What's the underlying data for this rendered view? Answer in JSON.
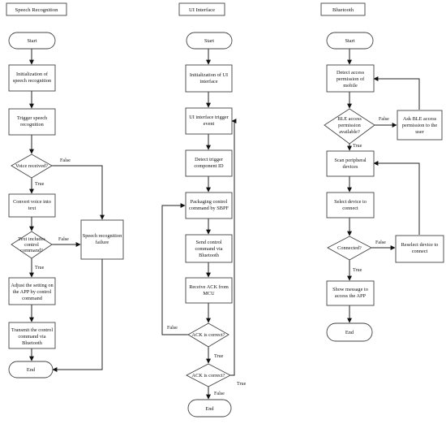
{
  "columns": {
    "speech": {
      "title": "Speech Recognition",
      "start": "Start",
      "init": [
        "Initialization of",
        "speech recognition"
      ],
      "trigger": [
        "Trigger speech",
        "recognition"
      ],
      "voice_q": "Voice received?",
      "convert": [
        "Convert voice into",
        "text"
      ],
      "text_q": [
        "Text includes",
        "control",
        "command?"
      ],
      "failure": [
        "Speech recognition",
        "failure"
      ],
      "adjust": [
        "Adjust the setting on",
        "the APP by control",
        "command"
      ],
      "transmit": [
        "Transmit the control",
        "command via",
        "Bluetooth"
      ],
      "end": "End"
    },
    "ui": {
      "title": "UI Interface",
      "start": "Start",
      "init": [
        "Initialization of UI",
        "interface"
      ],
      "event": [
        "UI interface trigger",
        "event"
      ],
      "detect": [
        "Detect trigger",
        "component ID"
      ],
      "packaging": [
        "Packaging control",
        "command by SBPF"
      ],
      "send": [
        "Send control",
        "command via",
        "Bluetooth"
      ],
      "receive": [
        "Receive ACK from",
        "MCU"
      ],
      "ack_q1": "ACK is correct?",
      "ack_q2": "ACK is correct?",
      "end": "End"
    },
    "bt": {
      "title": "Bluetooth",
      "start": "Start",
      "detect": [
        "Detect access",
        "permission of",
        "mobile"
      ],
      "ble_q": [
        "BLE access",
        "permission",
        "available?"
      ],
      "ask": [
        "Ask BLE access",
        "permission to the",
        "user"
      ],
      "scan": [
        "Scan peripheral",
        "devices"
      ],
      "select": [
        "Select device to",
        "connect"
      ],
      "conn_q": "Connected?",
      "reselect": [
        "Reselect device to",
        "connect"
      ],
      "show": [
        "Show message to",
        "access the APP"
      ],
      "end": "End"
    }
  },
  "labels": {
    "true": "True",
    "false": "False"
  }
}
